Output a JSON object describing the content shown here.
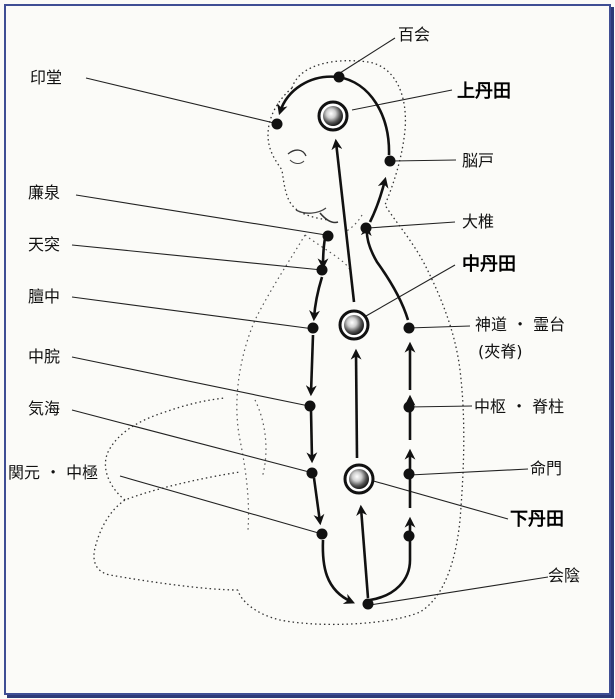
{
  "points": {
    "hyakue": "百会",
    "indo": "印堂",
    "jotanden": "上丹田",
    "noko": "脳戸",
    "rensen": "廉泉",
    "daitsui": "大椎",
    "tentotsu": "天突",
    "chutanden": "中丹田",
    "danchu": "膻中",
    "shindo": "神道 ・ 霊台",
    "kyosekitsu": "(夾脊)",
    "chukan": "中脘",
    "chusu": "中枢 ・ 脊柱",
    "kikai": "気海",
    "meimon": "命門",
    "kangen": "関元 ・ 中極",
    "katanden": "下丹田",
    "ein": "会陰"
  }
}
